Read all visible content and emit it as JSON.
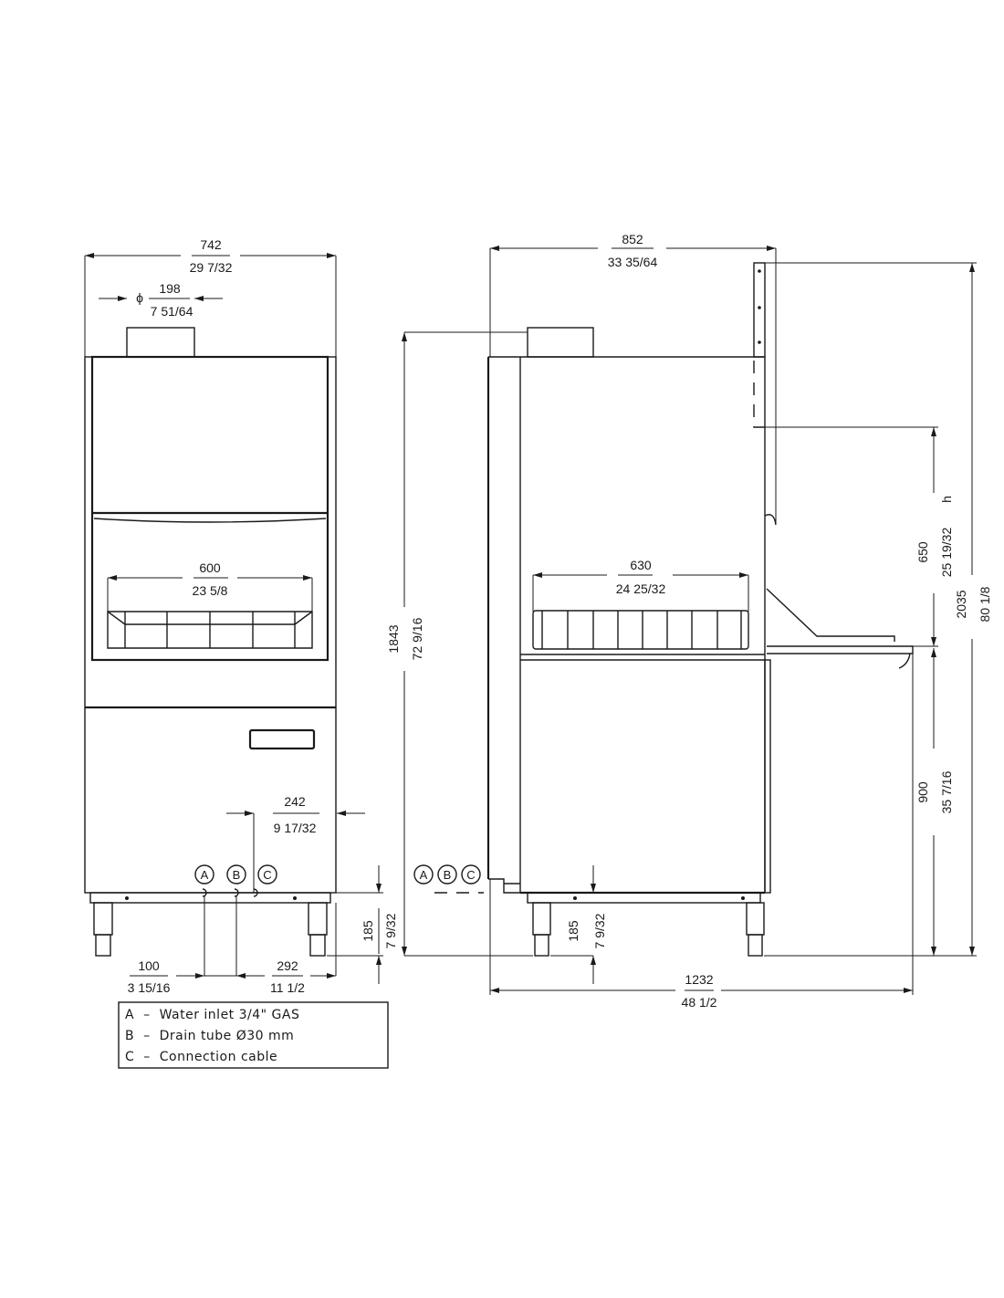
{
  "front_view": {
    "overall_width": {
      "mm": "742",
      "in": "29 7/32"
    },
    "flue_diameter": {
      "symbol": "ϕ",
      "mm": "198",
      "in": "7 51/64"
    },
    "basket_width": {
      "mm": "600",
      "in": "23 5/8"
    },
    "connection_offset": {
      "mm": "242",
      "in": "9 17/32"
    },
    "leg_height": {
      "mm": "185",
      "in": "7 9/32"
    },
    "inlet_offset": {
      "mm": "100",
      "in": "3 15/16"
    },
    "drain_offset": {
      "mm": "292",
      "in": "11 1/2"
    },
    "markers": [
      "A",
      "B",
      "C"
    ]
  },
  "side_view": {
    "overall_depth": {
      "mm": "852",
      "in": "33 35/64"
    },
    "basket_depth": {
      "mm": "630",
      "in": "24 25/32"
    },
    "body_height": {
      "mm": "1843",
      "in": "72 9/16"
    },
    "open_height": {
      "mm": "650",
      "in": "25 19/32",
      "suffix": "h"
    },
    "total_height": {
      "mm": "2035",
      "in": "80 1/8"
    },
    "table_height": {
      "mm": "900",
      "in": "35 7/16"
    },
    "leg_height": {
      "mm": "185",
      "in": "7 9/32"
    },
    "overall_length": {
      "mm": "1232",
      "in": "48 1/2"
    },
    "markers": [
      "A",
      "B",
      "C"
    ]
  },
  "legend": [
    {
      "key": "A",
      "sep": "–",
      "text": "Water inlet 3/4\" GAS"
    },
    {
      "key": "B",
      "sep": "–",
      "text": "Drain tube Ø30 mm"
    },
    {
      "key": "C",
      "sep": "–",
      "text": "Connection cable"
    }
  ]
}
